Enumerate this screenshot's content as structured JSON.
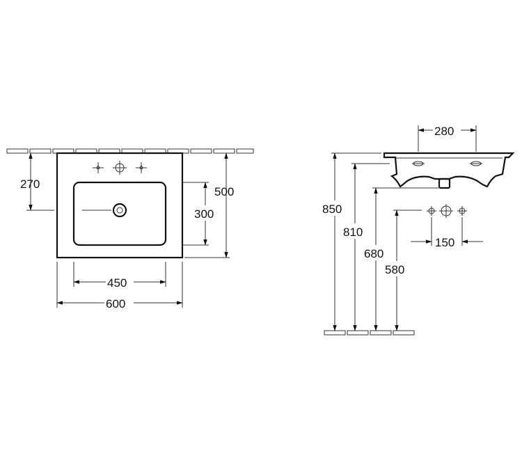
{
  "top_view": {
    "dimensions": {
      "depth_to_tap": "270",
      "total_depth": "500",
      "bowl_depth": "300",
      "bowl_width": "450",
      "total_width": "600"
    }
  },
  "side_view": {
    "dimensions": {
      "top_width": "280",
      "height_rim": "850",
      "height_810": "810",
      "height_680": "680",
      "height_580": "580",
      "tap_spacing": "150"
    }
  }
}
